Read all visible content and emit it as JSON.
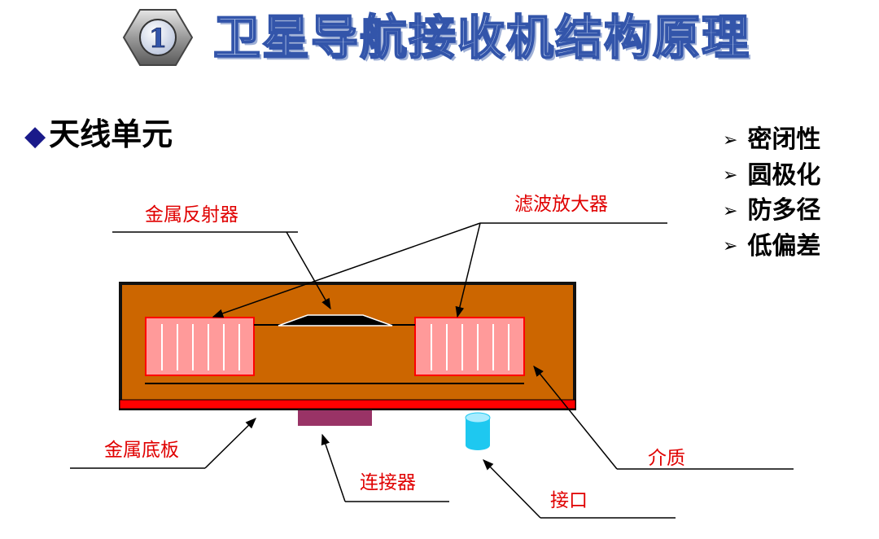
{
  "badge": {
    "number": "1"
  },
  "title": "卫星导航接收机结构原理",
  "section": {
    "bullet": "◆",
    "heading": "天线单元"
  },
  "features": [
    {
      "arrow": "➢",
      "text": "密闭性"
    },
    {
      "arrow": "➢",
      "text": "圆极化"
    },
    {
      "arrow": "➢",
      "text": "防多径"
    },
    {
      "arrow": "➢",
      "text": "低偏差"
    }
  ],
  "labels": {
    "reflector": "金属反射器",
    "filter_amplifier": "滤波放大器",
    "base_plate": "金属底板",
    "connector": "连接器",
    "port": "接口",
    "dielectric": "介质"
  },
  "colors": {
    "housing": "#cc6600",
    "base_plate": "#ff0000",
    "module_fill": "#ff9a9a",
    "module_border": "#ff0000",
    "connector": "#993366",
    "port": "#1ec8f0",
    "label_text": "#e00000",
    "title_fill": "#c9d8f3",
    "title_stroke": "#3355aa"
  }
}
